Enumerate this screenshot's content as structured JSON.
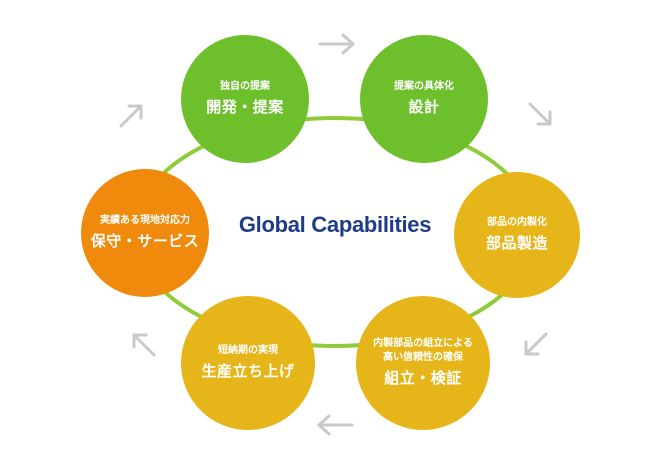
{
  "title": "Global Capabilities",
  "colors": {
    "green": "#6dbf2c",
    "yellow": "#e6b51a",
    "orange": "#f08a0c",
    "ring": "#8fcb3a",
    "title": "#1f3c88",
    "arrow": "#c9c9c9"
  },
  "nodes": [
    {
      "id": "development",
      "sub": "独自の提案",
      "main": "開発・提案",
      "color": "green"
    },
    {
      "id": "design",
      "sub": "提案の具体化",
      "main": "設計",
      "color": "green"
    },
    {
      "id": "parts",
      "sub": "部品の内製化",
      "main": "部品製造",
      "color": "yellow"
    },
    {
      "id": "assembly",
      "sub": "内製部品の組立による",
      "sub2": "高い信頼性の確保",
      "main": "組立・検証",
      "color": "yellow"
    },
    {
      "id": "startup",
      "sub": "短納期の実現",
      "main": "生産立ち上げ",
      "color": "yellow"
    },
    {
      "id": "service",
      "sub": "実績ある現地対応力",
      "main": "保守・サービス",
      "color": "orange"
    }
  ],
  "arrows": [
    "arrow-right",
    "arrow-down-right",
    "arrow-down-left",
    "arrow-left",
    "arrow-up-left",
    "arrow-up-right"
  ]
}
